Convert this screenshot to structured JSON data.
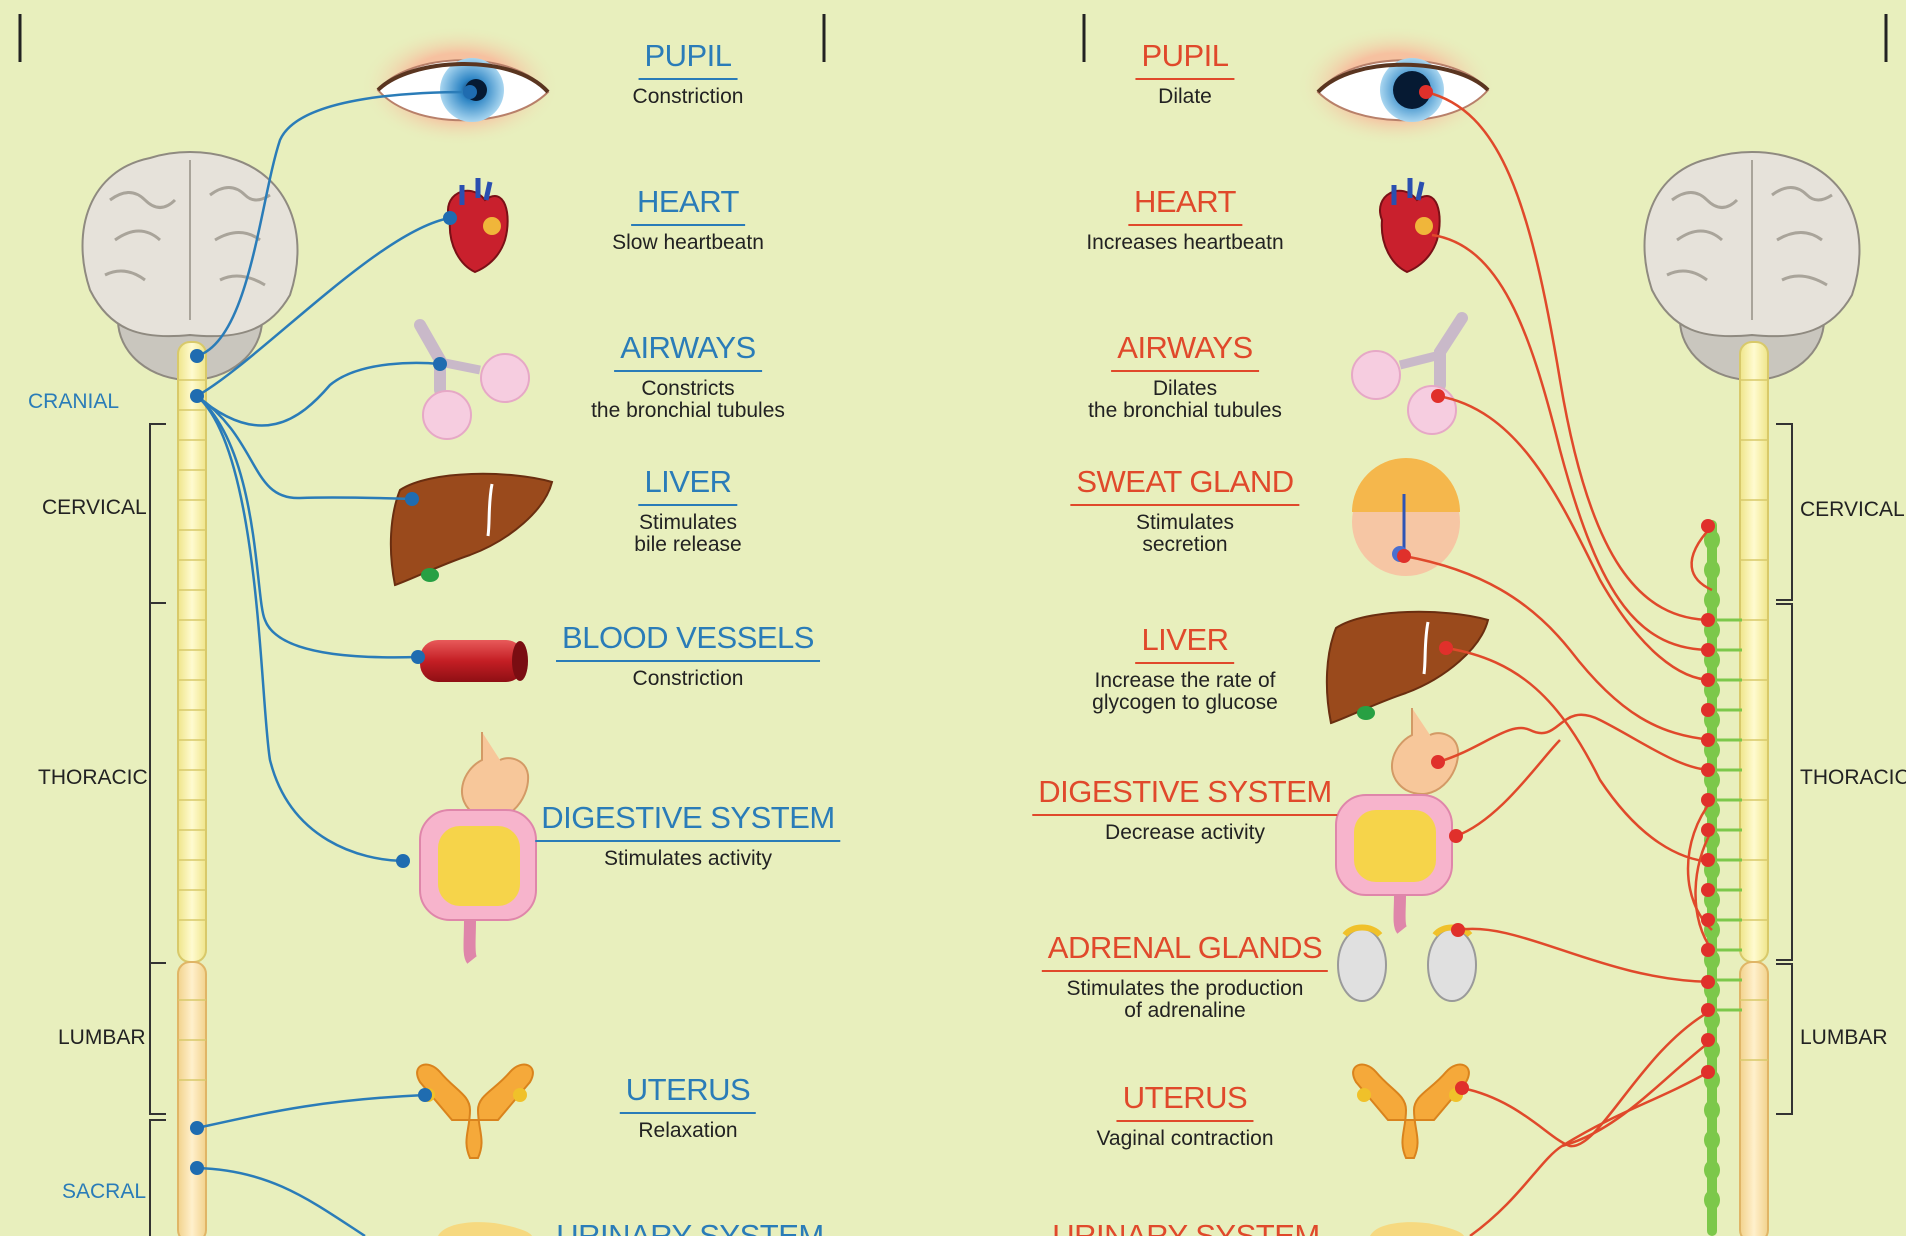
{
  "colors": {
    "background": "#e8efbd",
    "parasympathetic": "#2a7cb8",
    "sympathetic": "#e0492b"
  },
  "parasympathetic": {
    "regions": {
      "cranial": "CRANIAL",
      "cervical": "CERVICAL",
      "thoracic": "THORACIC",
      "lumbar": "LUMBAR",
      "sacral": "SACRAL"
    },
    "organs": [
      {
        "name": "PUPIL",
        "effect": "Constriction"
      },
      {
        "name": "HEART",
        "effect": "Slow heartbeatn"
      },
      {
        "name": "AIRWAYS",
        "effect": "Constricts\nthe bronchial tubules"
      },
      {
        "name": "LIVER",
        "effect": "Stimulates\nbile release"
      },
      {
        "name": "BLOOD VESSELS",
        "effect": "Constriction"
      },
      {
        "name": "DIGESTIVE SYSTEM",
        "effect": "Stimulates activity"
      },
      {
        "name": "UTERUS",
        "effect": "Relaxation"
      },
      {
        "name": "URINARY SYSTEM",
        "effect": ""
      }
    ]
  },
  "sympathetic": {
    "regions": {
      "cervical": "CERVICAL",
      "thoracic": "THORACIC",
      "lumbar": "LUMBAR"
    },
    "organs": [
      {
        "name": "PUPIL",
        "effect": "Dilate"
      },
      {
        "name": "HEART",
        "effect": "Increases heartbeatn"
      },
      {
        "name": "AIRWAYS",
        "effect": "Dilates\nthe bronchial tubules"
      },
      {
        "name": "SWEAT GLAND",
        "effect": "Stimulates\nsecretion"
      },
      {
        "name": "LIVER",
        "effect": "Increase the rate of\nglycogen to glucose"
      },
      {
        "name": "DIGESTIVE SYSTEM",
        "effect": "Decrease activity"
      },
      {
        "name": "ADRENAL GLANDS",
        "effect": "Stimulates the production\nof adrenaline"
      },
      {
        "name": "UTERUS",
        "effect": "Vaginal contraction"
      },
      {
        "name": "URINARY SYSTEM",
        "effect": ""
      }
    ]
  }
}
